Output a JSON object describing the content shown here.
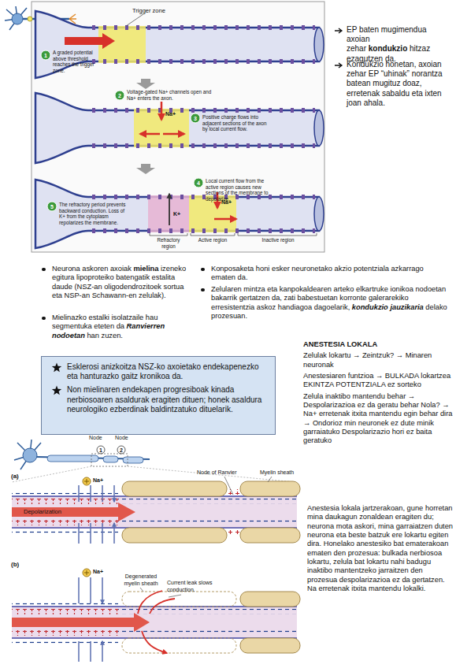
{
  "diagram": {
    "nodes": [
      {
        "text": [
          "Esklerosi anizkoitza NSZ-ko axoietako endekapenezko eta hanturazko gaitz kronikoa da.",
          "Non mielinaren endekapen progresiboak kinada nerbiosoaren asaldurak eragiten dituen; honek asaldura neurologiko ezberdinak baldintzatuko dituelarik."
        ]
      }
    ],
    "labels": [
      "Trigger zone",
      "1",
      "A graded potential above threshold reaches the trigger zone.",
      "2",
      "Voltage-gated Na+ channels open and Na+ enters the axon.",
      "Na+",
      "3",
      "Positive charge flows into adjacent sections of the axon by local current flow.",
      "4",
      "Local current flow from the active region causes new sections of the membrane to depolarize.",
      "Na+",
      "5",
      "The refractory period prevents backward conduction. Loss of K+ from the cytoplasm repolarizes the membrane.",
      "K+",
      "Refractory region",
      "Active region",
      "Inactive region",
      "EP baten mugimendua axoian zehar",
      "kondukzio",
      "hitzaz ezagutzen da.",
      "Kondukzio honetan, axoian zehar EP “uhinak” norantza batean mugituz doaz, erretenak sabaldu eta ixten joan ahala.",
      "Neurona askoren axoiak",
      "mielina",
      "izeneko egitura lipoproteiko batengatik estalita daude (NSZ-an oligodendrozitoek sortua eta NSP-an Schawann-en zelulak).",
      "Mielinazko estalki isolatzaile hau segmentuka eteten da",
      "Ranvierren nodoetan",
      "han zuzen.",
      "Konposaketa honi esker neuronetako akzio potentziala azkarrago ematen da.",
      "Zelularen mintza eta kanpokaldearen arteko elkartruke ionikoa nodoetan bakarrik gertatzen da, zati babestuetan korronte galerarekiko erresistentzia askoz handiagoa dagoelarik,",
      "kondukzio jauzikaria",
      "delako prozesuan.",
      "ANESTESIA LOKALA",
      "Zelulak lokartu → Zeintzuk? → Minaren neuronak",
      "Anestesiaren funtzioa → BULKADA lokartzea EKINTZA POTENTZIALA ez sorteko",
      "Zelula inaktibo mantendu behar → Despolarizazioa ez da geratu behar Nola? → Na+ erretenak itxita mantendu egin behar dira → Ondorioz min neuronek ez dute minik garraiatuko Despolarizazio hori ez baita geratuko",
      "Node",
      "1",
      "Node",
      "2",
      "(a)",
      "Node of Ranvier",
      "Myelin sheath",
      "Na+",
      "Depolarization",
      "(b)",
      "Na+",
      "Degenerated myelin sheath",
      "Current leak slows conduction.",
      "Anestesia lokala jartzerakoan, gune horretan mina daukagun zonaldean eragiten du; neurona mota askori, mina garraiatzen duten neurona eta beste batzuk ere lokartu egiten dira. Honelako anestesiko bat ematerakoan ematen den prozesua: bulkada nerbiosoa lokartu, zelula bat lokartu nahi badugu inaktibo mantentzeko jarraitzen den prozesua despolarizazioa ez da gertatzen. Na erretenak itxita mantendu lokalki."
    ]
  }
}
